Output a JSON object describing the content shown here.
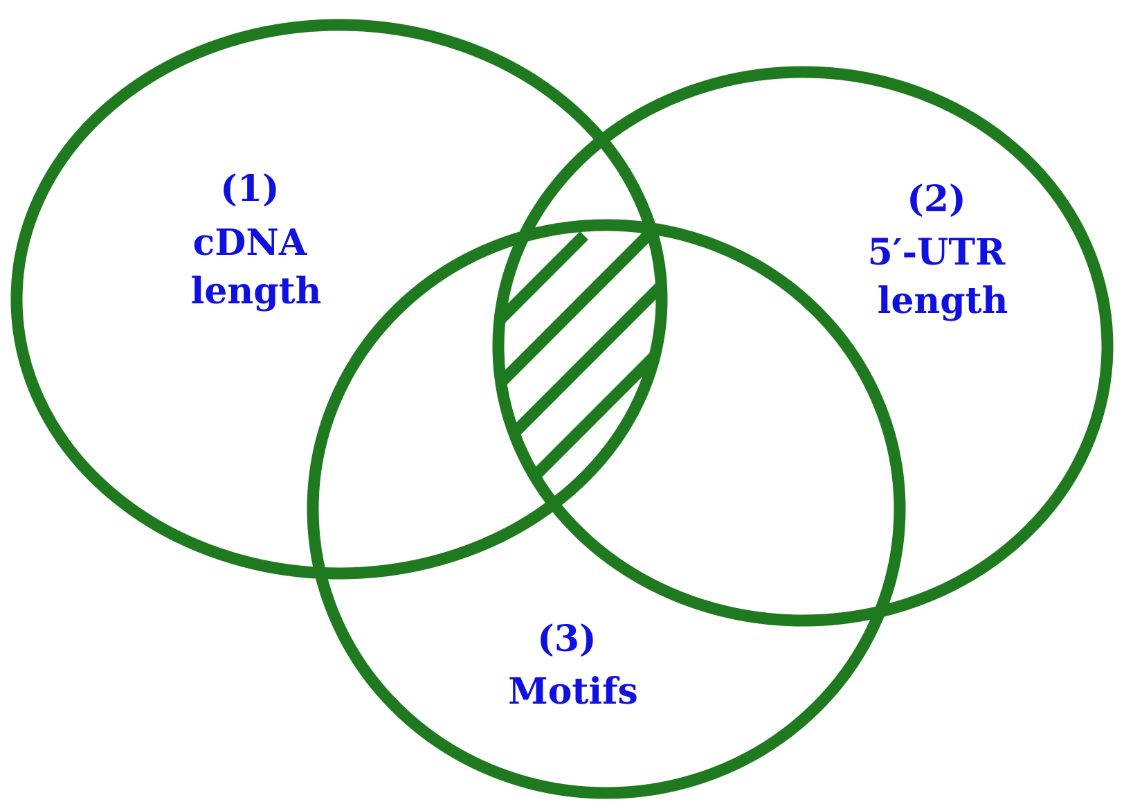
{
  "colors": {
    "outline": "#1f7a1f",
    "label": "#1010e0",
    "background": "#ffffff"
  },
  "sets": [
    {
      "id": "1",
      "number": "(1)",
      "lines": [
        "cDNA",
        "length"
      ]
    },
    {
      "id": "2",
      "number": "(2)",
      "lines": [
        "5′-UTR",
        "length"
      ]
    },
    {
      "id": "3",
      "number": "(3)",
      "lines": [
        "Motifs"
      ]
    }
  ],
  "highlighted_region": {
    "sets": [
      "1",
      "2",
      "3"
    ],
    "pattern": "diagonal-hatch"
  }
}
